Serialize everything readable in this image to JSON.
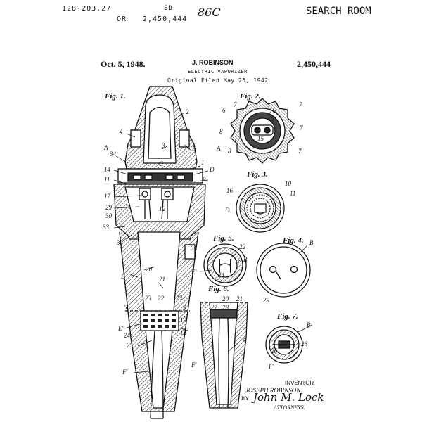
{
  "stamps": {
    "class_no": "128-203.27",
    "or_label": "OR",
    "or_number": "2,450,444",
    "sd": "SD",
    "handwritten": "86C",
    "search_room": "SEARCH ROOM"
  },
  "header": {
    "date": "Oct. 5, 1948.",
    "inventor": "J. ROBINSON",
    "patent_no": "2,450,444",
    "title": "ELECTRIC VAPORIZER",
    "filed": "Original Filed May 25, 1942"
  },
  "figures": {
    "fig1": "Fig. 1.",
    "fig2": "Fig. 2.",
    "fig3": "Fig. 3.",
    "fig4": "Fig. 4.",
    "fig5": "Fig. 5.",
    "fig6": "Fig. 6.",
    "fig7": "Fig. 7."
  },
  "signature": {
    "inventor_label": "INVENTOR",
    "inventor_name": "JOSEPH ROBINSON.",
    "by": "BY",
    "attorney_sig": "John M. Lock",
    "attorneys": "ATTORNEYS."
  },
  "labels": {
    "fig1": [
      "4",
      "2",
      "3",
      "5",
      "A",
      "34",
      "1",
      "C",
      "14",
      "D",
      "11",
      "9",
      "17",
      "29",
      "12",
      "30",
      "33",
      "32",
      "B",
      "20",
      "31",
      "21",
      "5",
      "23",
      "22",
      "23",
      "19",
      "E'",
      "24",
      "18",
      "25",
      "F'"
    ],
    "fig2": [
      "7",
      "6",
      "7",
      "8",
      "16",
      "13",
      "15",
      "17",
      "A",
      "8",
      "7"
    ],
    "fig3": [
      "10",
      "16",
      "11",
      "D"
    ],
    "fig4": [
      "B",
      "29"
    ],
    "fig5": [
      "22",
      "B",
      "E'",
      "24"
    ],
    "fig6": [
      "20",
      "21",
      "27",
      "28",
      "B",
      "F'"
    ],
    "fig7": [
      "B",
      "26",
      "26",
      "F'"
    ]
  }
}
